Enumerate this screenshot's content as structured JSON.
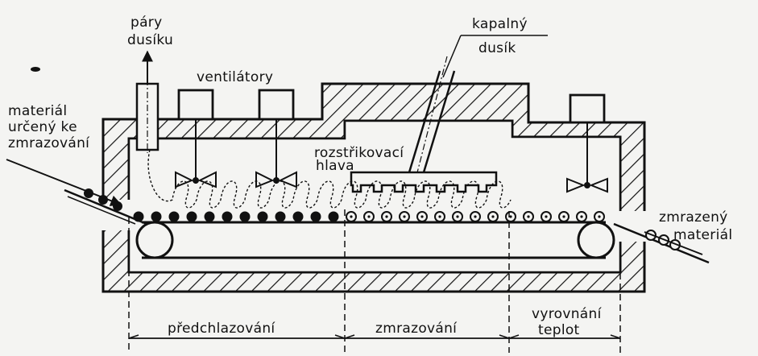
{
  "labels": {
    "nitrogen_vapor": [
      "páry",
      "dusíku"
    ],
    "fans": "ventilátory",
    "liquid_nitrogen": [
      "kapalný",
      "dusík"
    ],
    "input_material": [
      "materiál",
      "určený ke",
      "zmrazování"
    ],
    "spray_head": [
      "rozstřikovací",
      "hlava"
    ],
    "output_material": [
      "zmrazený",
      "materiál"
    ]
  },
  "zones": [
    {
      "label": "předchlazování"
    },
    {
      "label": "zmrazování"
    },
    {
      "label": "vyrovnání",
      "label2": "teplot"
    }
  ]
}
